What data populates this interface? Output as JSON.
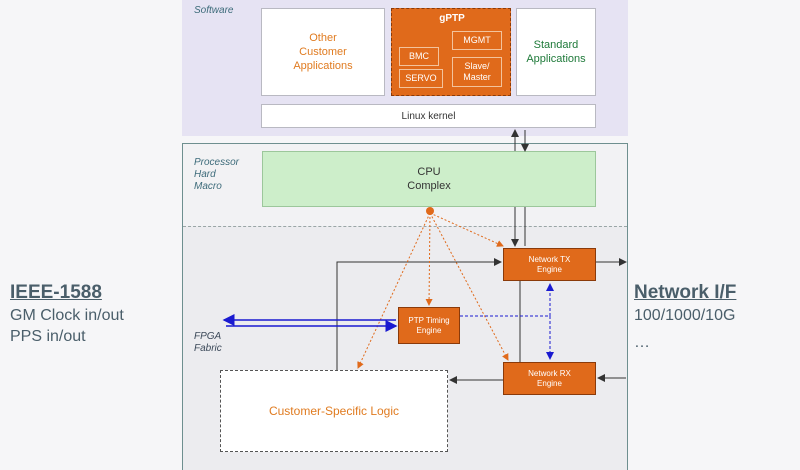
{
  "software": {
    "section_label": "Software",
    "other_apps": "Other\nCustomer\nApplications",
    "gptp": {
      "title": "gPTP",
      "bmc": "BMC",
      "mgmt": "MGMT",
      "servo": "SERVO",
      "slave_master": "Slave/\nMaster"
    },
    "standard_apps": "Standard\nApplications",
    "linux_kernel": "Linux kernel"
  },
  "hardware": {
    "processor_label": "Processor\nHard\nMacro",
    "cpu": "CPU\nComplex",
    "fpga_label": "FPGA\nFabric",
    "network_tx": "Network TX\nEngine",
    "network_rx": "Network RX\nEngine",
    "ptp_timing": "PTP Timing\nEngine",
    "customer_logic": "Customer-Specific Logic"
  },
  "left_interface": {
    "title": "IEEE-1588",
    "line1": "GM Clock in/out",
    "line2": "PPS in/out"
  },
  "right_interface": {
    "title": "Network I/F",
    "line1": "100/1000/10G",
    "line2": "…"
  },
  "colors": {
    "orange": "#e06a1b",
    "green_box": "#cdeeca",
    "blue_link": "#1a1ad0",
    "software_bg": "#e6e3f3"
  }
}
